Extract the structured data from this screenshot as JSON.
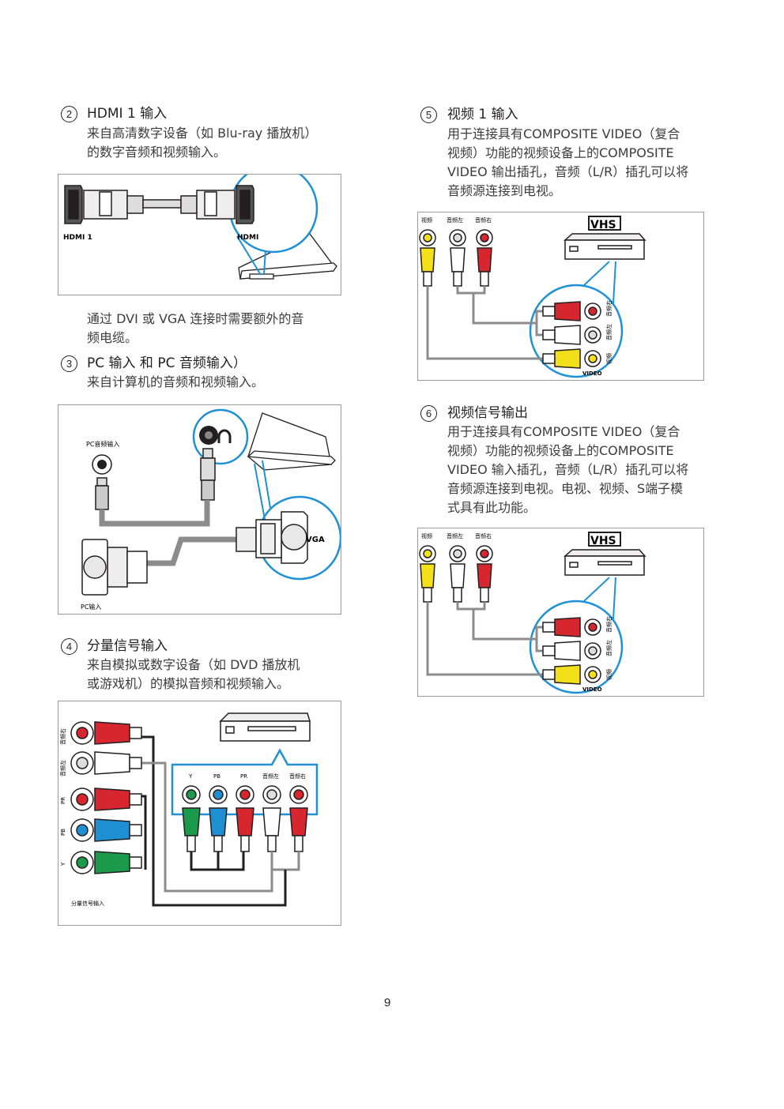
{
  "sections": {
    "hdmi": {
      "num": "2",
      "title": "HDMI 1 输入",
      "desc": [
        "来自高清数字设备（如 Blu-ray 播放机）",
        "的数字音频和视频输入。"
      ],
      "labels": {
        "left": "HDMI 1",
        "right": "HDMI"
      }
    },
    "note": {
      "text": [
        "通过 DVI 或 VGA 连接时需要额外的音",
        "频电缆。"
      ]
    },
    "pc": {
      "num": "3",
      "title": "PC 输入 和 PC 音频输入）",
      "desc": [
        "来自计算机的音频和视频输入。"
      ],
      "labels": {
        "audio_in": "PC音频输入",
        "pc_in": "PC输入",
        "vga": "VGA"
      }
    },
    "component": {
      "num": "4",
      "title": "分量信号输入",
      "desc": [
        "来自模拟或数字设备（如 DVD 播放机",
        "或游戏机）的模拟音频和视频输入。"
      ],
      "labels": {
        "audio_r": "音频右",
        "audio_l": "音频左",
        "pr": "PR",
        "pb": "PB",
        "y": "Y",
        "bottom": "分量信号输入",
        "top": [
          "Y",
          "PB",
          "PR",
          "音频左",
          "音频右"
        ]
      }
    },
    "video": {
      "num": "5",
      "title": "视频 1 输入",
      "desc": [
        "用于连接具有COMPOSITE VIDEO（复合",
        "视频）功能的视频设备上的COMPOSITE",
        "VIDEO 输出插孔，音频（L/R）插孔可以将",
        "音频源连接到电视。"
      ],
      "labels": {
        "video": "视频",
        "audio_l": "音频左",
        "audio_r": "音频右",
        "vhs": "VHS",
        "video_en": "VIDEO"
      }
    },
    "video_out": {
      "num": "6",
      "title": "视频信号输出",
      "desc": [
        "用于连接具有COMPOSITE VIDEO（复合",
        "视频）功能的视频设备上的COMPOSITE",
        "VIDEO 输入插孔，音频（L/R）插孔可以将",
        "音频源连接到电视。电视、视频、S端子模",
        "式具有此功能。"
      ],
      "labels": {
        "video": "视频",
        "audio_l": "音频左",
        "audio_r": "音频右",
        "vhs": "VHS",
        "video_en": "VIDEO"
      }
    }
  },
  "page_number": "9",
  "colors": {
    "red": "#d7262e",
    "white": "#ffffff",
    "yellow": "#f4e01a",
    "green": "#1a9a4a",
    "blue": "#1e8fd0",
    "panel_border": "#9a9a9a",
    "cable_gray": "#8c8c8c",
    "zoom_ring": "#1e90d6"
  }
}
